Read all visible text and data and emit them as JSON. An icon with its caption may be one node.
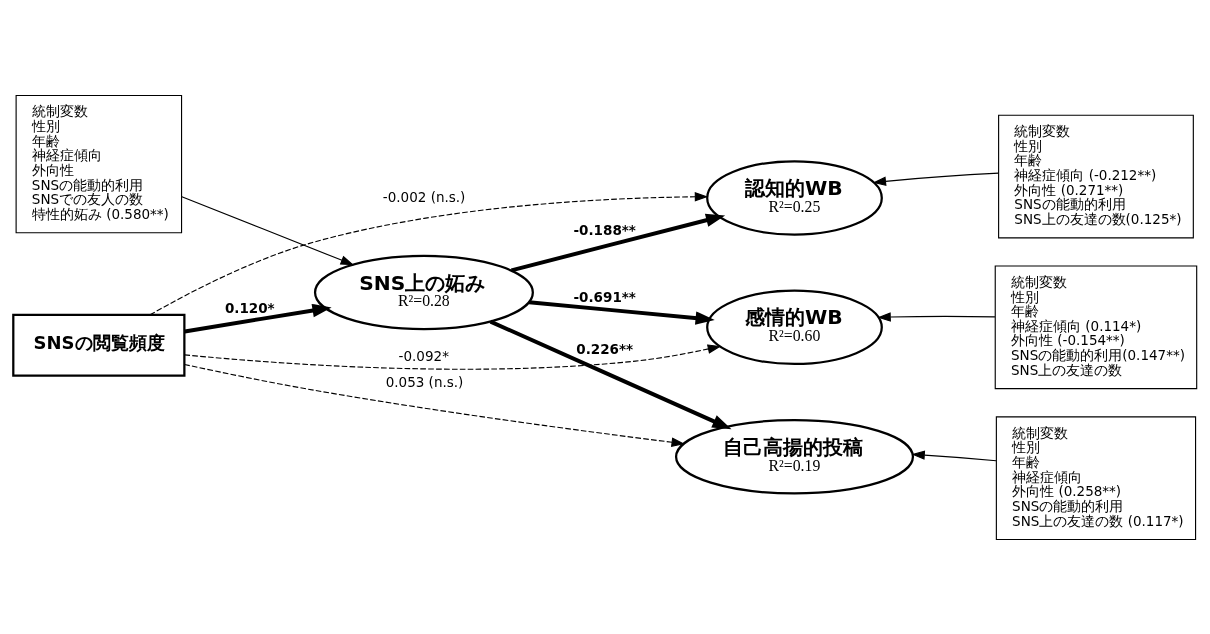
{
  "diagram": {
    "nodes": [
      {
        "text": [
          "統制変数",
          "性別",
          "年齢",
          "神経症傾向",
          "外向性",
          "SNSの能動的利用",
          "SNSでの友人の数",
          "特性的妬み (0.580**)"
        ]
      },
      {
        "text": [
          "SNSの閲覧頻度"
        ]
      },
      {
        "text": [
          "SNS上の妬み",
          "R²=0.28"
        ]
      },
      {
        "text": [
          "認知的WB",
          "R²=0.25"
        ]
      },
      {
        "text": [
          "感情的WB",
          "R²=0.60"
        ]
      },
      {
        "text": [
          "自己高揚的投稿",
          "R²=0.19"
        ]
      },
      {
        "text": [
          "統制変数",
          "性別",
          "年齢",
          "神経症傾向 (-0.212**)",
          "外向性 (0.271**)",
          "SNSの能動的利用",
          "SNS上の友達の数(0.125*)"
        ]
      },
      {
        "text": [
          "統制変数",
          "性別",
          "年齢",
          "神経症傾向 (0.114*)",
          "外向性 (-0.154**)",
          "SNSの能動的利用(0.147**)",
          "SNS上の友達の数"
        ]
      },
      {
        "text": [
          "統制変数",
          "性別",
          "年齢",
          "神経症傾向",
          "外向性 (0.258**)",
          "SNSの能動的利用",
          "SNS上の友達の数 (0.117*)"
        ]
      }
    ],
    "edges": [
      {
        "from": 0,
        "to": 2,
        "arrow": "to"
      },
      {
        "from": 1,
        "to": 3,
        "arrow": "to",
        "label": "-0.002 (n.s.)",
        "style": "dashed"
      },
      {
        "from": 1,
        "to": 4,
        "arrow": "to",
        "label": "-0.092*",
        "style": "dashed"
      },
      {
        "from": 1,
        "to": 2,
        "arrow": "to",
        "label": "0.120*",
        "style": "thick"
      },
      {
        "from": 1,
        "to": 5,
        "arrow": "to",
        "label": "0.053 (n.s.)",
        "style": "dashed"
      },
      {
        "from": 2,
        "to": 3,
        "arrow": "to",
        "label": "-0.188**",
        "style": "thick"
      },
      {
        "from": 2,
        "to": 4,
        "arrow": "to",
        "label": "-0.691**",
        "style": "thick"
      },
      {
        "from": 2,
        "to": 5,
        "arrow": "to",
        "label": "0.226**",
        "style": "thick"
      },
      {
        "from": 6,
        "to": 3,
        "arrow": "to"
      },
      {
        "from": 7,
        "to": 4,
        "arrow": "to"
      },
      {
        "from": 8,
        "to": 5,
        "arrow": "to"
      }
    ]
  }
}
